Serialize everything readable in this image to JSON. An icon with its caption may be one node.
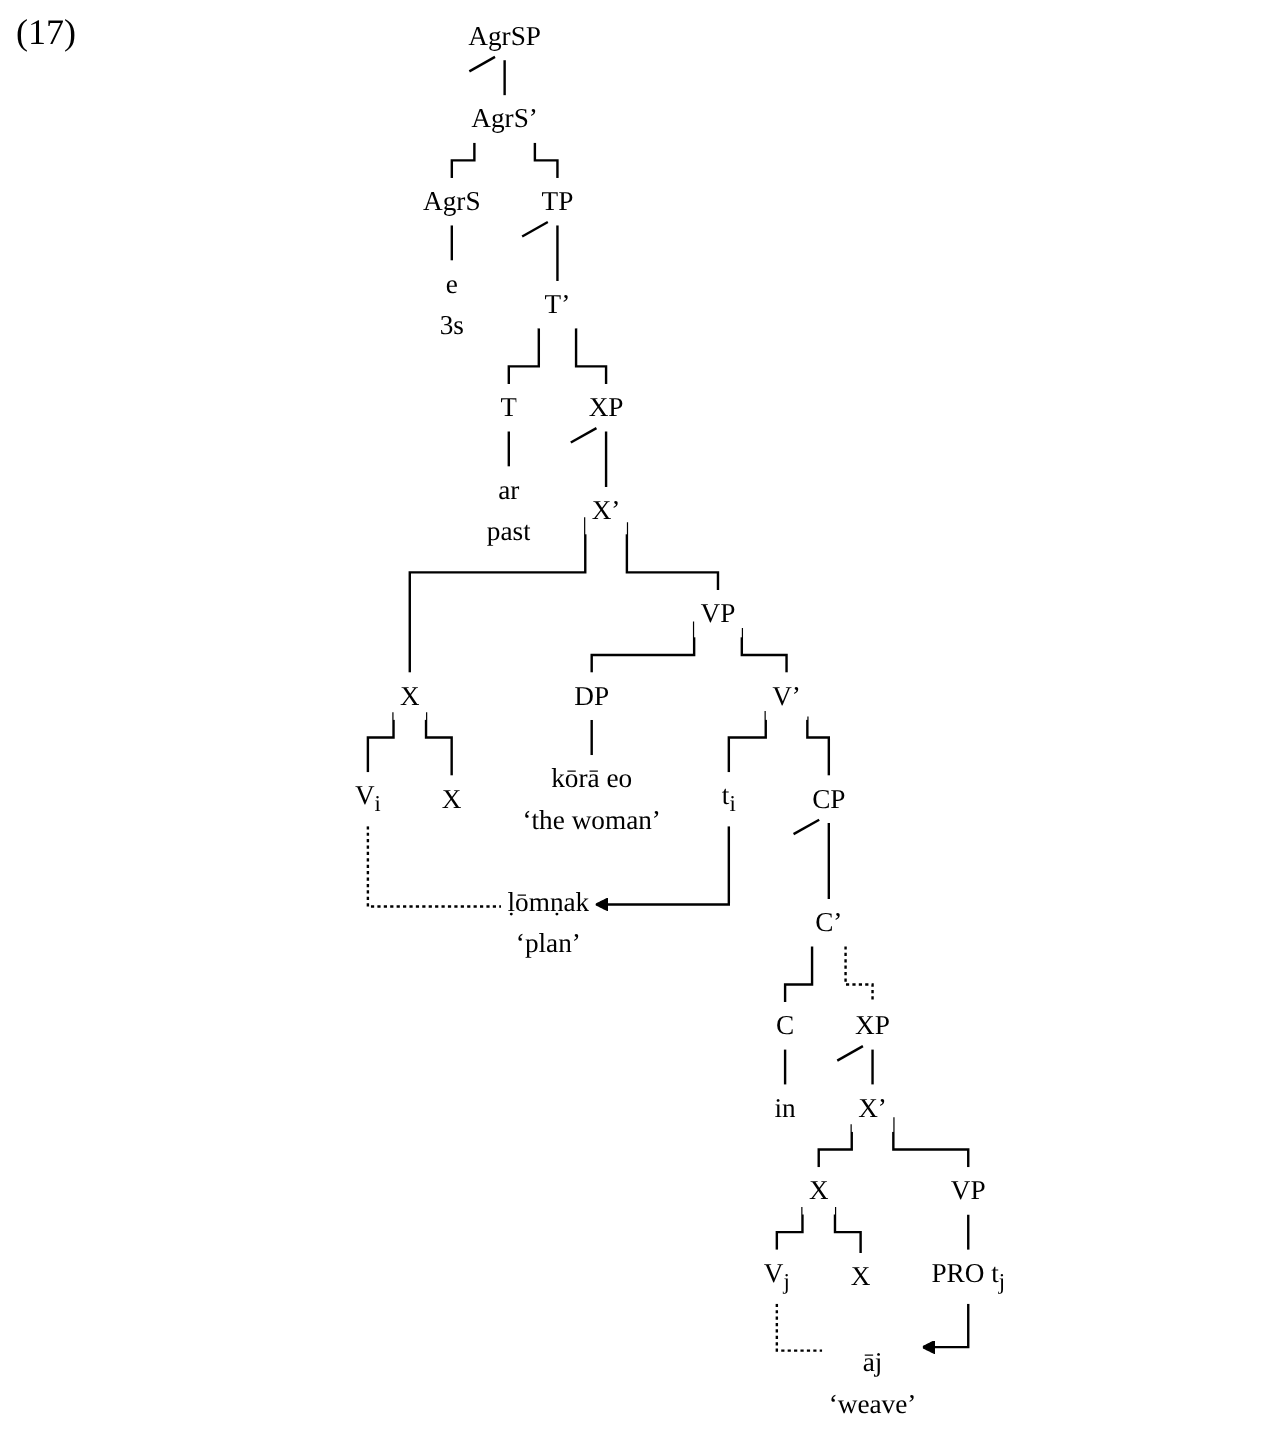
{
  "diagram": {
    "nodes": [
      {
        "text": [
          "AgrSP"
        ]
      },
      {
        "text": [
          "AgrS’"
        ]
      },
      {
        "text": [
          "AgrS"
        ]
      },
      {
        "text": [
          "TP"
        ]
      },
      {
        "text": [
          "e",
          "3s"
        ]
      },
      {
        "text": [
          "T’"
        ]
      },
      {
        "text": [
          "T"
        ]
      },
      {
        "text": [
          "XP"
        ]
      },
      {
        "text": [
          "ar",
          "past"
        ]
      },
      {
        "text": [
          "X’"
        ]
      },
      {
        "text": [
          "X"
        ]
      },
      {
        "text": [
          "VP"
        ]
      },
      {
        "text": [
          "V$_{i}$"
        ]
      },
      {
        "text": [
          "X"
        ]
      },
      {
        "text": [
          "DP"
        ]
      },
      {
        "text": [
          "V’"
        ]
      },
      {
        "text": [
          "ḷōmṇak",
          "‘plan’"
        ]
      },
      {
        "text": [
          "kōrā eo",
          "‘the woman’"
        ]
      },
      {
        "text": [
          "t$_{i}$"
        ]
      },
      {
        "text": [
          "CP"
        ]
      },
      {
        "text": [
          "C’"
        ]
      },
      {
        "text": [
          "C"
        ]
      },
      {
        "text": [
          "XP"
        ]
      },
      {
        "text": [
          "in"
        ]
      },
      {
        "text": [
          "X’"
        ]
      },
      {
        "text": [
          "X"
        ]
      },
      {
        "text": [
          "VP"
        ]
      },
      {
        "text": [
          "V$_{j}$"
        ]
      },
      {
        "text": [
          "X"
        ]
      },
      {
        "text": [
          "PRO t$_{j}$"
        ]
      },
      {
        "text": [
          "āj",
          "‘weave’"
        ]
      }
    ],
    "edges": [
      {
        "from": 0,
        "to": null,
        "arrow": "none"
      },
      {
        "from": 0,
        "to": 1,
        "arrow": "none"
      },
      {
        "from": 1,
        "to": 2,
        "arrow": "none"
      },
      {
        "from": 1,
        "to": 3,
        "arrow": "none"
      },
      {
        "from": 2,
        "to": 4,
        "arrow": "none"
      },
      {
        "from": 3,
        "to": null,
        "arrow": "none"
      },
      {
        "from": 3,
        "to": 5,
        "arrow": "none"
      },
      {
        "from": 5,
        "to": 6,
        "arrow": "none"
      },
      {
        "from": 5,
        "to": 7,
        "arrow": "none"
      },
      {
        "from": 6,
        "to": 8,
        "arrow": "none"
      },
      {
        "from": 7,
        "to": null,
        "arrow": "none"
      },
      {
        "from": 7,
        "to": 9,
        "arrow": "none"
      },
      {
        "from": 9,
        "to": 10,
        "arrow": "none"
      },
      {
        "from": 9,
        "to": 11,
        "arrow": "none"
      },
      {
        "from": 10,
        "to": 12,
        "arrow": "none"
      },
      {
        "from": 10,
        "to": 13,
        "arrow": "none"
      },
      {
        "from": 11,
        "to": 14,
        "arrow": "none"
      },
      {
        "from": 11,
        "to": 15,
        "arrow": "none"
      },
      {
        "from": 12,
        "to": 16,
        "arrow": "none",
        "style": "dashed"
      },
      {
        "from": 14,
        "to": 17,
        "arrow": "none"
      },
      {
        "from": 15,
        "to": 18,
        "arrow": "none"
      },
      {
        "from": 15,
        "to": 19,
        "arrow": "none"
      },
      {
        "from": 19,
        "to": null,
        "arrow": "none"
      },
      {
        "from": 19,
        "to": 20,
        "arrow": "none"
      },
      {
        "from": 20,
        "to": 21,
        "arrow": "none"
      },
      {
        "from": 20,
        "to": 22,
        "arrow": "none",
        "style": "dashed"
      },
      {
        "from": 21,
        "to": 23,
        "arrow": "none"
      },
      {
        "from": 22,
        "to": null,
        "arrow": "none"
      },
      {
        "from": 22,
        "to": 24,
        "arrow": "none"
      },
      {
        "from": 24,
        "to": 25,
        "arrow": "none"
      },
      {
        "from": 24,
        "to": 26,
        "arrow": "none"
      },
      {
        "from": 25,
        "to": 27,
        "arrow": "none"
      },
      {
        "from": 25,
        "to": 28,
        "arrow": "none"
      },
      {
        "from": 26,
        "to": 29,
        "arrow": "none"
      },
      {
        "from": 27,
        "to": 30,
        "arrow": "none",
        "style": "dashed"
      },
      {
        "from": 18,
        "to": 16,
        "arrow": "to"
      },
      {
        "from": 29,
        "to": 30,
        "arrow": "to"
      }
    ],
    "labels": [
      "(17)"
    ]
  }
}
